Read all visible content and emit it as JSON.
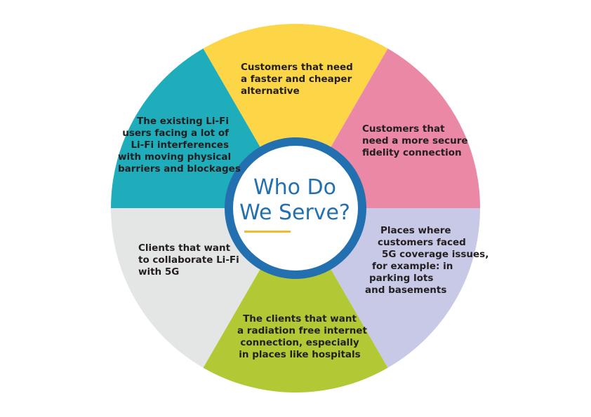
{
  "center": {
    "title_line1": "Who Do",
    "title_line2": "We Serve?"
  },
  "segments": [
    {
      "id": "top",
      "color": "#fcd647",
      "lines": [
        "Customers that need",
        "a faster and cheaper",
        "alternative"
      ]
    },
    {
      "id": "top-right",
      "color": "#ea88a6",
      "lines": [
        "Customers that",
        "need a more secure",
        "fidelity connection"
      ]
    },
    {
      "id": "bottom-right",
      "color": "#c8c9e6",
      "lines": [
        "Places where",
        "customers faced",
        "5G coverage issues,",
        "for example: in",
        "parking lots",
        "and basements"
      ]
    },
    {
      "id": "bottom",
      "color": "#b3c835",
      "lines": [
        "The clients that want",
        "a radiation free internet",
        "connection, especially",
        "in places like hospitals"
      ]
    },
    {
      "id": "bottom-left",
      "color": "#e4e5e5",
      "lines": [
        "Clients that want",
        "to collaborate Li-Fi",
        "with 5G"
      ]
    },
    {
      "id": "top-left",
      "color": "#20adbb",
      "lines": [
        "The existing Li-Fi",
        "users facing a lot of",
        "Li-Fi interferences",
        "with moving physical",
        "barriers and blockages"
      ]
    }
  ],
  "colors": {
    "ring": "#2270b0",
    "center_fill": "#ffffff",
    "title": "#2270b0",
    "underline": "#f7b92b"
  }
}
